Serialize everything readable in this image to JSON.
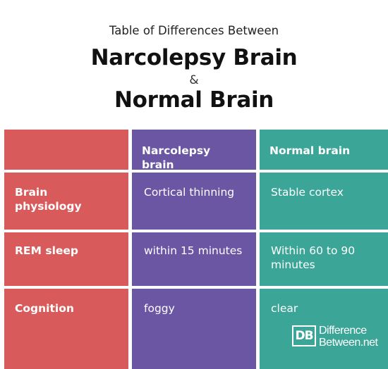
{
  "header": {
    "subtitle": "Table of Differences Between",
    "title_line1": "Narcolepsy Brain",
    "title_amp": "&",
    "title_line2": "Normal Brain"
  },
  "table": {
    "columns": [
      "",
      "Narcolepsy brain",
      "Normal brain"
    ],
    "rows": [
      {
        "label": "Brain physiology",
        "narcolepsy": "Cortical thinning",
        "normal": "Stable cortex"
      },
      {
        "label": "REM sleep",
        "narcolepsy": "within 15 minutes",
        "normal": "Within 60 to 90 minutes"
      },
      {
        "label": "Cognition",
        "narcolepsy": "foggy",
        "normal": "clear"
      }
    ]
  },
  "watermark": {
    "mark": "DB",
    "line1": "Difference",
    "line2": "Between.net"
  },
  "colors": {
    "label_column": "#d95a5b",
    "narcolepsy_column": "#6a56a3",
    "normal_column": "#3ba597"
  }
}
